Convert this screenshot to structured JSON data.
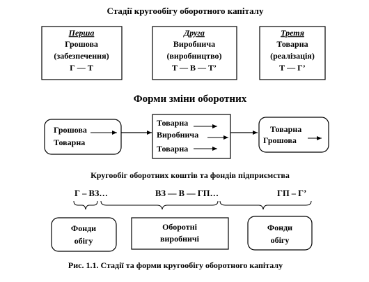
{
  "stages": {
    "title": "Стадії кругообігу оборотного капіталу",
    "boxes": [
      {
        "ordinal": "Перша",
        "name": "Грошова",
        "sub": "(забезпечення)",
        "formula": "Г — Т"
      },
      {
        "ordinal": "Друга",
        "name": "Виробнича",
        "sub": "(виробництво)",
        "formula": "Т — В — Т’"
      },
      {
        "ordinal": "Третя",
        "name": "Товарна",
        "sub": "(реалізація)",
        "formula": "Т — Г’"
      }
    ]
  },
  "forms": {
    "title": "Форми зміни оборотних",
    "left": [
      "Грошова",
      "Товарна"
    ],
    "middle": [
      "Товарна",
      "Виробнича",
      "Товарна"
    ],
    "right": [
      "Товарна",
      "Грошова"
    ]
  },
  "circulation": {
    "title": "Кругообіг оборотних коштів та фондів підприємства",
    "formula": [
      "Г – ВЗ…",
      "ВЗ — В — ГП…",
      "ГП – Г’"
    ],
    "boxes": [
      {
        "line1": "Фонди",
        "line2": "обігу"
      },
      {
        "line1": "Оборотні",
        "line2": "виробничі"
      },
      {
        "line1": "Фонди",
        "line2": "обігу"
      }
    ]
  },
  "caption": "Рис. 1.1. Стадії та форми кругообігу оборотного капіталу"
}
